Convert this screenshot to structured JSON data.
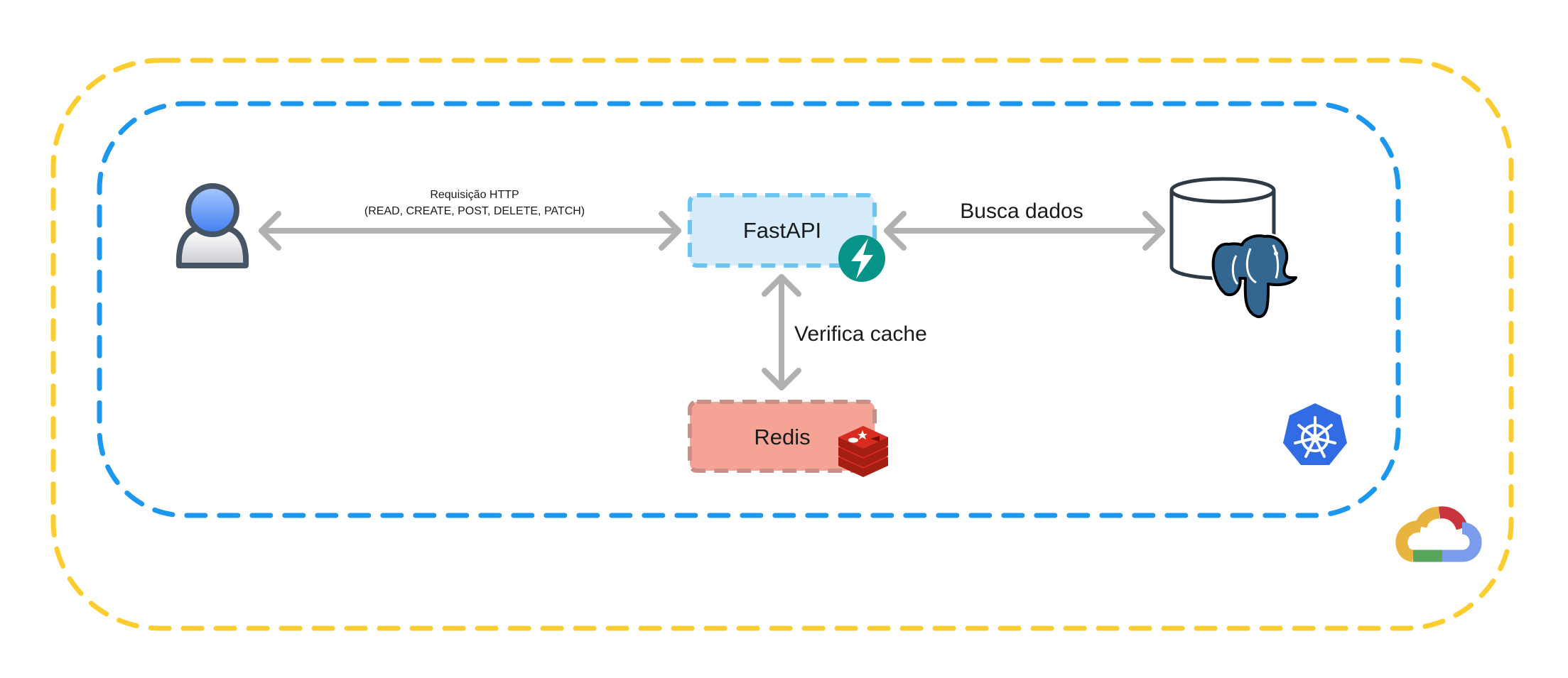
{
  "nodes": {
    "user": {
      "icon": "user-icon"
    },
    "fastapi": {
      "label": "FastAPI",
      "badge_icon": "fastapi-bolt-icon",
      "fill": "#d6ecfb",
      "border": "#6cc4f3"
    },
    "redis": {
      "label": "Redis",
      "badge_icon": "redis-logo-icon",
      "fill": "#f5a394",
      "border": "#c98e88"
    },
    "database": {
      "icon": "database-cylinder-icon",
      "badge_icon": "postgresql-elephant-icon"
    }
  },
  "edges": {
    "http": {
      "line1": "Requisição HTTP",
      "line2": "(READ, CREATE, POST, DELETE, PATCH)"
    },
    "db": {
      "label": "Busca dados"
    },
    "cache": {
      "label": "Verifica cache"
    }
  },
  "containers": {
    "cloud": {
      "border": "#fbcd2e",
      "icon": "google-cloud-icon"
    },
    "cluster": {
      "border": "#1b97f0",
      "icon": "kubernetes-icon"
    }
  },
  "colors": {
    "arrow": "#b1b1b1"
  }
}
